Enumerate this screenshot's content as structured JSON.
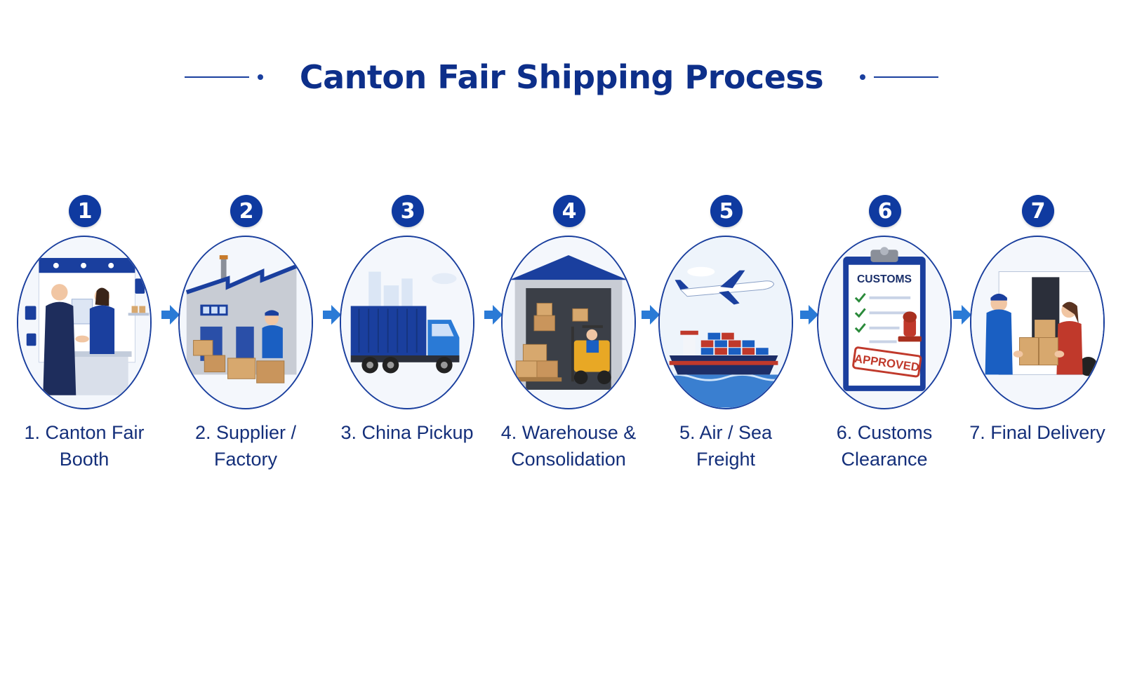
{
  "title": "Canton Fair Shipping Process",
  "colors": {
    "primary": "#0f3aa0",
    "accent": "#2a7ad6",
    "box": "#d7a86e"
  },
  "steps": [
    {
      "number": "1",
      "label": "1. Canton Fair Booth",
      "icon": "trade-booth-handshake-icon"
    },
    {
      "number": "2",
      "label": "2. Supplier / Factory",
      "icon": "factory-icon"
    },
    {
      "number": "3",
      "label": "3. China Pickup",
      "icon": "truck-icon"
    },
    {
      "number": "4",
      "label": "4. Warehouse & Consolidation",
      "icon": "warehouse-forklift-icon"
    },
    {
      "number": "5",
      "label": "5. Air / Sea Freight",
      "icon": "plane-ship-icon"
    },
    {
      "number": "6",
      "label": "6. Customs Clearance",
      "icon": "customs-clipboard-icon"
    },
    {
      "number": "7",
      "label": "7. Final Delivery",
      "icon": "delivery-van-icon"
    }
  ],
  "customs": {
    "header": "CUSTOMS",
    "stamp": "APPROVED"
  }
}
